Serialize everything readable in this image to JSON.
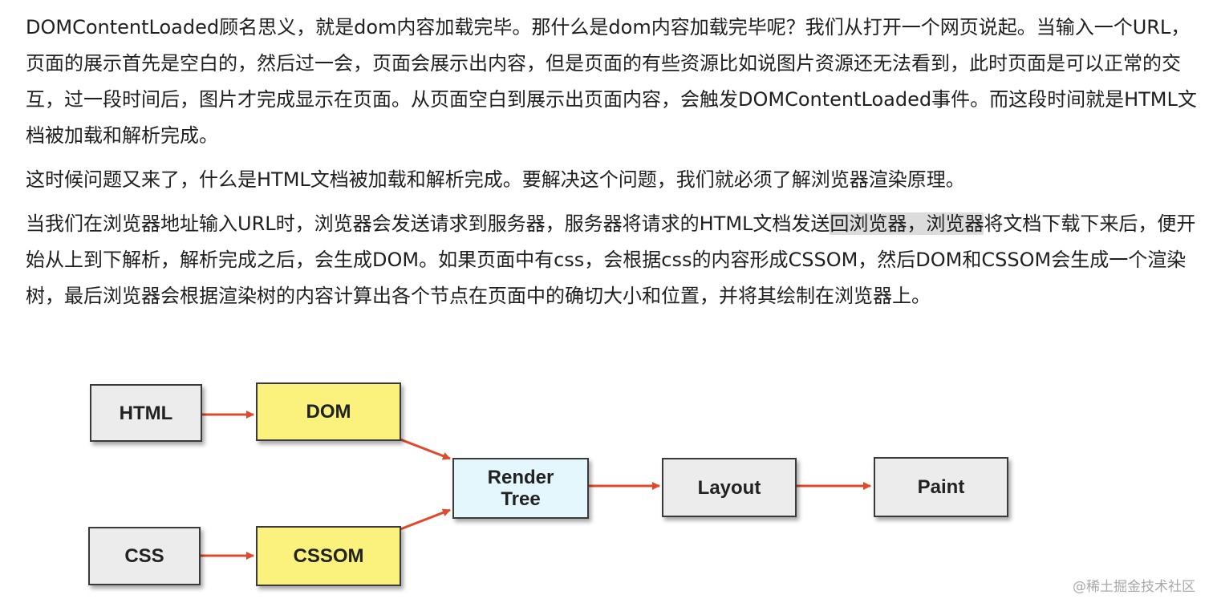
{
  "paragraphs": {
    "p1": "DOMContentLoaded顾名思义，就是dom内容加载完毕。那什么是dom内容加载完毕呢？我们从打开一个网页说起。当输入一个URL，页面的展示首先是空白的，然后过一会，页面会展示出内容，但是页面的有些资源比如说图片资源还无法看到，此时页面是可以正常的交互，过一段时间后，图片才完成显示在页面。从页面空白到展示出页面内容，会触发DOMContentLoaded事件。而这段时间就是HTML文档被加载和解析完成。",
    "p2": "这时候问题又来了，什么是HTML文档被加载和解析完成。要解决这个问题，我们就必须了解浏览器渲染原理。",
    "p3_before": "当我们在浏览器地址输入URL时，浏览器会发送请求到服务器，服务器将请求的HTML文档发送",
    "p3_highlight": "回浏览器，浏览器",
    "p3_after": "将文档下载下来后，便开始从上到下解析，解析完成之后，会生成DOM。如果页面中有css，会根据css的内容形成CSSOM，然后DOM和CSSOM会生成一个渲染树，最后浏览器会根据渲染树的内容计算出各个节点在页面中的确切大小和位置，并将其绘制在浏览器上。"
  },
  "diagram": {
    "nodes": {
      "html": "HTML",
      "dom": "DOM",
      "css": "CSS",
      "cssom": "CSSOM",
      "render_tree": "Render\nTree",
      "layout": "Layout",
      "paint": "Paint"
    },
    "colors": {
      "gray": "#ececec",
      "yellow": "#fbf27d",
      "blue": "#e3f7fd",
      "arrow": "#e04a2b",
      "border": "#3a3a3a"
    }
  },
  "watermark": "@稀土掘金技术社区"
}
